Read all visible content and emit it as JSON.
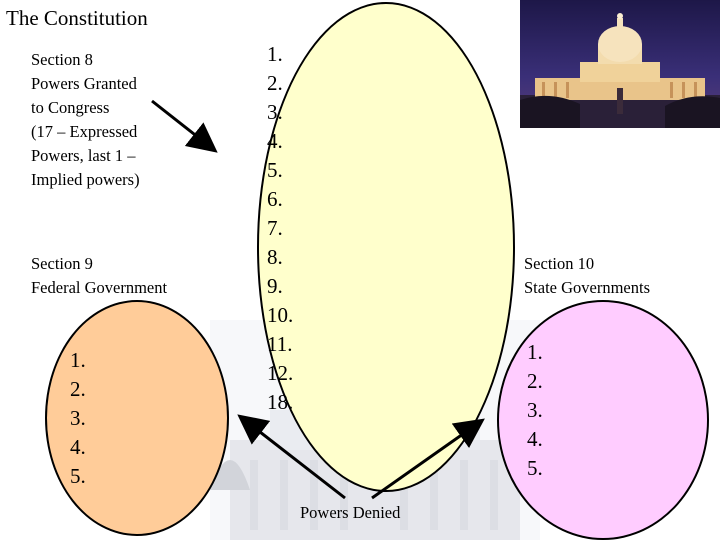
{
  "slide": {
    "title": "The Constitution",
    "section8": {
      "lines": [
        "Section 8",
        "Powers Granted",
        "to Congress",
        "(17 – Expressed",
        "Powers, last 1 –",
        "Implied powers)"
      ]
    },
    "section9": {
      "lines": [
        "Section 9",
        "Federal Government"
      ]
    },
    "section10": {
      "lines": [
        "Section 10",
        "State Governments"
      ]
    },
    "congress_list": [
      "1.",
      "2.",
      "3.",
      "4.",
      "5.",
      "6.",
      "7.",
      "8.",
      "9.",
      "10.",
      "11.",
      "12.",
      "18."
    ],
    "federal_list": [
      "1.",
      "2.",
      "3.",
      "4.",
      "5."
    ],
    "state_list": [
      "1.",
      "2.",
      "3.",
      "4.",
      "5."
    ],
    "powers_denied_label": "Powers Denied",
    "colors": {
      "congress_oval": "#ffffcc",
      "federal_oval": "#ffcc99",
      "state_oval": "#ffccff"
    },
    "icons": [
      "capitol-photo",
      "capitol-background"
    ]
  }
}
